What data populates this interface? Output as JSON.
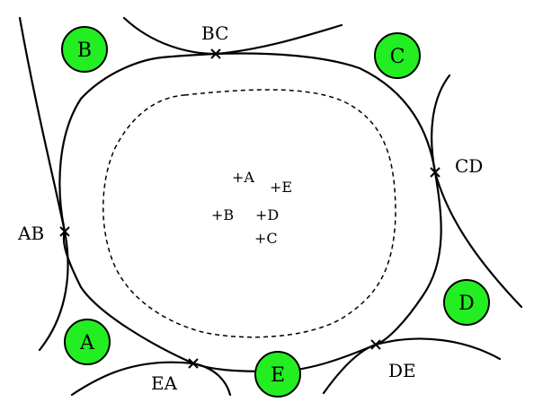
{
  "nodes": [
    {
      "id": "B",
      "label": "B"
    },
    {
      "id": "C",
      "label": "C"
    },
    {
      "id": "D",
      "label": "D"
    },
    {
      "id": "E",
      "label": "E"
    },
    {
      "id": "A",
      "label": "A"
    }
  ],
  "intersections": [
    {
      "id": "BC",
      "label": "BC"
    },
    {
      "id": "CD",
      "label": "CD"
    },
    {
      "id": "AB",
      "label": "AB"
    },
    {
      "id": "DE",
      "label": "DE"
    },
    {
      "id": "EA",
      "label": "EA"
    }
  ],
  "inner_points": [
    {
      "id": "A",
      "label": "+A"
    },
    {
      "id": "E",
      "label": "+E"
    },
    {
      "id": "B",
      "label": "+B"
    },
    {
      "id": "D",
      "label": "+D"
    },
    {
      "id": "C",
      "label": "+C"
    }
  ],
  "colors": {
    "node_fill": "#22ee22",
    "stroke": "#000000"
  }
}
